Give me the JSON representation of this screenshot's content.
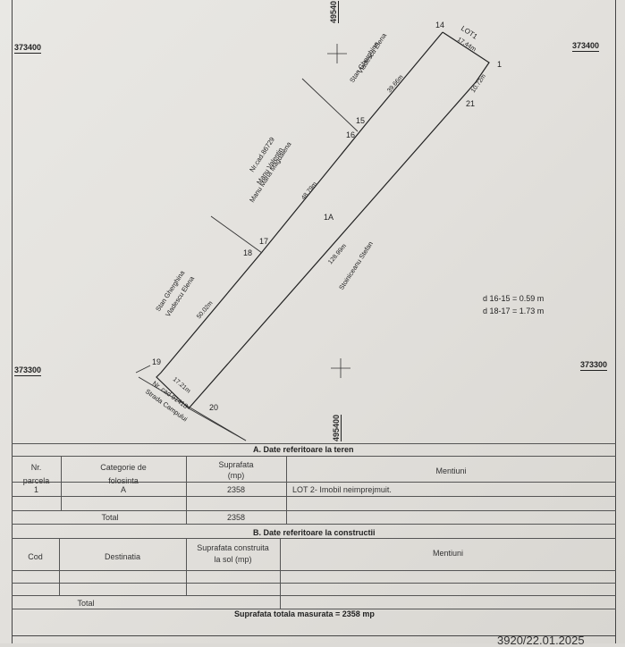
{
  "coordinates": {
    "top_left": "373400",
    "top_right": "373400",
    "mid_left": "373300",
    "mid_right": "373300",
    "top_vertical": "49540",
    "bottom_vertical": "495400"
  },
  "points": {
    "p14": "14",
    "p1": "1",
    "p21": "21",
    "p15": "15",
    "p16": "16",
    "p17": "17",
    "p18": "18",
    "p19": "19",
    "p20": "20"
  },
  "parcel_label": "1A",
  "lot_label": "LOT1",
  "segments": {
    "s14_1": "17.44m",
    "s1_21": "10.72m",
    "s15_14": "39.66m",
    "s16_17": "48.79m",
    "s18_19": "50.02m",
    "s19_20": "17.21m",
    "s20_21": "128.99m"
  },
  "neighbors": {
    "top_owner_line1": "Stan Gherghina",
    "top_owner_line2": "Vladescu Elena",
    "mid_cad": "Nr.cad.86729",
    "mid_owner_line1": "Manu Valentin",
    "mid_owner_line2": "Manu Maria Magdalena",
    "left_owner_line1": "Stan Gherghina",
    "left_owner_line2": "Vladescu Elena",
    "right_owner": "Stoiniceanu Stefan",
    "bottom_cad": "Nr. cad 91418",
    "bottom_street": "Strada Campului"
  },
  "distances": {
    "d1": "d 16-15 = 0.59 m",
    "d2": "d 18-17 = 1.73 m"
  },
  "table_a": {
    "title": "A. Date referitoare la teren",
    "headers": {
      "nr_line1": "Nr.",
      "nr_line2": "parcela",
      "cat_line1": "Categorie de",
      "cat_line2": "folosinta",
      "sup_line1": "Suprafata",
      "sup_line2": "(mp)",
      "mentiuni": "Mentiuni"
    },
    "row": {
      "nr": "1",
      "cat": "A",
      "sup": "2358",
      "mentiuni": "LOT 2- Imobil neimprejmuit."
    },
    "total_label": "Total",
    "total_value": "2358"
  },
  "table_b": {
    "title": "B. Date referitoare la constructii",
    "headers": {
      "cod": "Cod",
      "destinatia": "Destinatia",
      "sup_line1": "Suprafata construita",
      "sup_line2": "la sol (mp)",
      "mentiuni": "Mentiuni"
    },
    "total_label": "Total"
  },
  "total_area": "Suprafata totala masurata = 2358 mp",
  "stamp_text": "3920/22.01.2025"
}
